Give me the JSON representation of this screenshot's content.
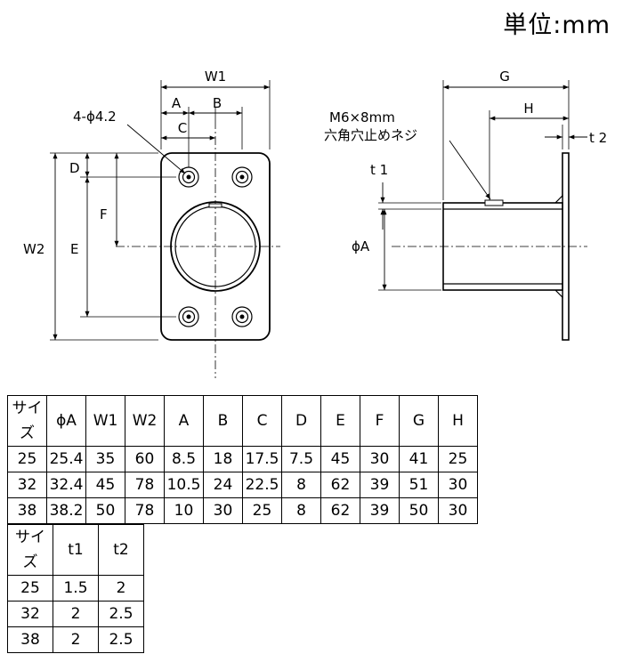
{
  "unit_label": "単位:mm",
  "labels": {
    "w1": "W1",
    "a": "A",
    "b": "B",
    "c": "C",
    "hole": "4-ϕ4.2",
    "d": "D",
    "f": "F",
    "e": "E",
    "w2": "W2",
    "g": "G",
    "h": "H",
    "t1": "t 1",
    "t2": "t 2",
    "phi_a": "ϕA",
    "screw_line1": "M6×8mm",
    "screw_line2": "六角穴止めネジ"
  },
  "table_main": {
    "headers": [
      "サイズ",
      "ϕA",
      "W1",
      "W2",
      "A",
      "B",
      "C",
      "D",
      "E",
      "F",
      "G",
      "H"
    ],
    "rows": [
      [
        "25",
        "25.4",
        "35",
        "60",
        "8.5",
        "18",
        "17.5",
        "7.5",
        "45",
        "30",
        "41",
        "25"
      ],
      [
        "32",
        "32.4",
        "45",
        "78",
        "10.5",
        "24",
        "22.5",
        "8",
        "62",
        "39",
        "51",
        "30"
      ],
      [
        "38",
        "38.2",
        "50",
        "78",
        "10",
        "30",
        "25",
        "8",
        "62",
        "39",
        "50",
        "30"
      ]
    ]
  },
  "table_thickness": {
    "headers": [
      "サイズ",
      "t1",
      "t2"
    ],
    "rows": [
      [
        "25",
        "1.5",
        "2"
      ],
      [
        "32",
        "2",
        "2.5"
      ],
      [
        "38",
        "2",
        "2.5"
      ]
    ]
  }
}
